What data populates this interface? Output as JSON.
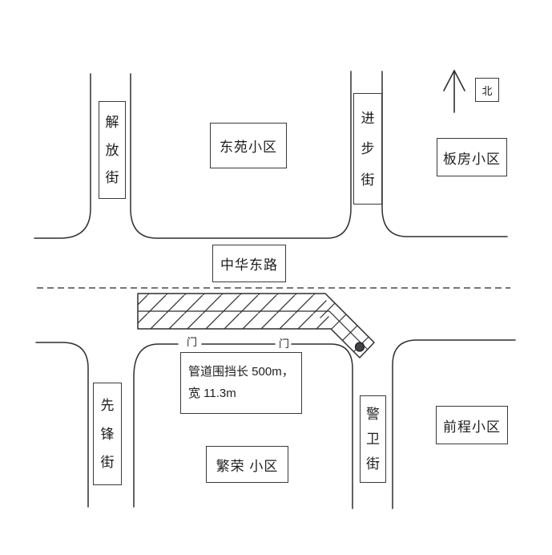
{
  "diagram": {
    "compass_label": "北",
    "main_road": "中华东路",
    "streets": {
      "jiefang": "解放街",
      "jinbu": "进步街",
      "xianfeng": "先锋街",
      "jingwei": "警卫街"
    },
    "districts": {
      "dongyuan": "东苑小区",
      "banfang": "板房小区",
      "fanrong": "繁荣 小区",
      "qiancheng": "前程小区"
    },
    "gate_label": "门",
    "enclosure_note": {
      "line1": "管道围挡长 500m，",
      "line2": "宽 11.3m"
    },
    "colors": {
      "line": "#2f2f2f",
      "dashed_line": "#4a4a4a",
      "marker_fill": "#3f4347"
    }
  }
}
